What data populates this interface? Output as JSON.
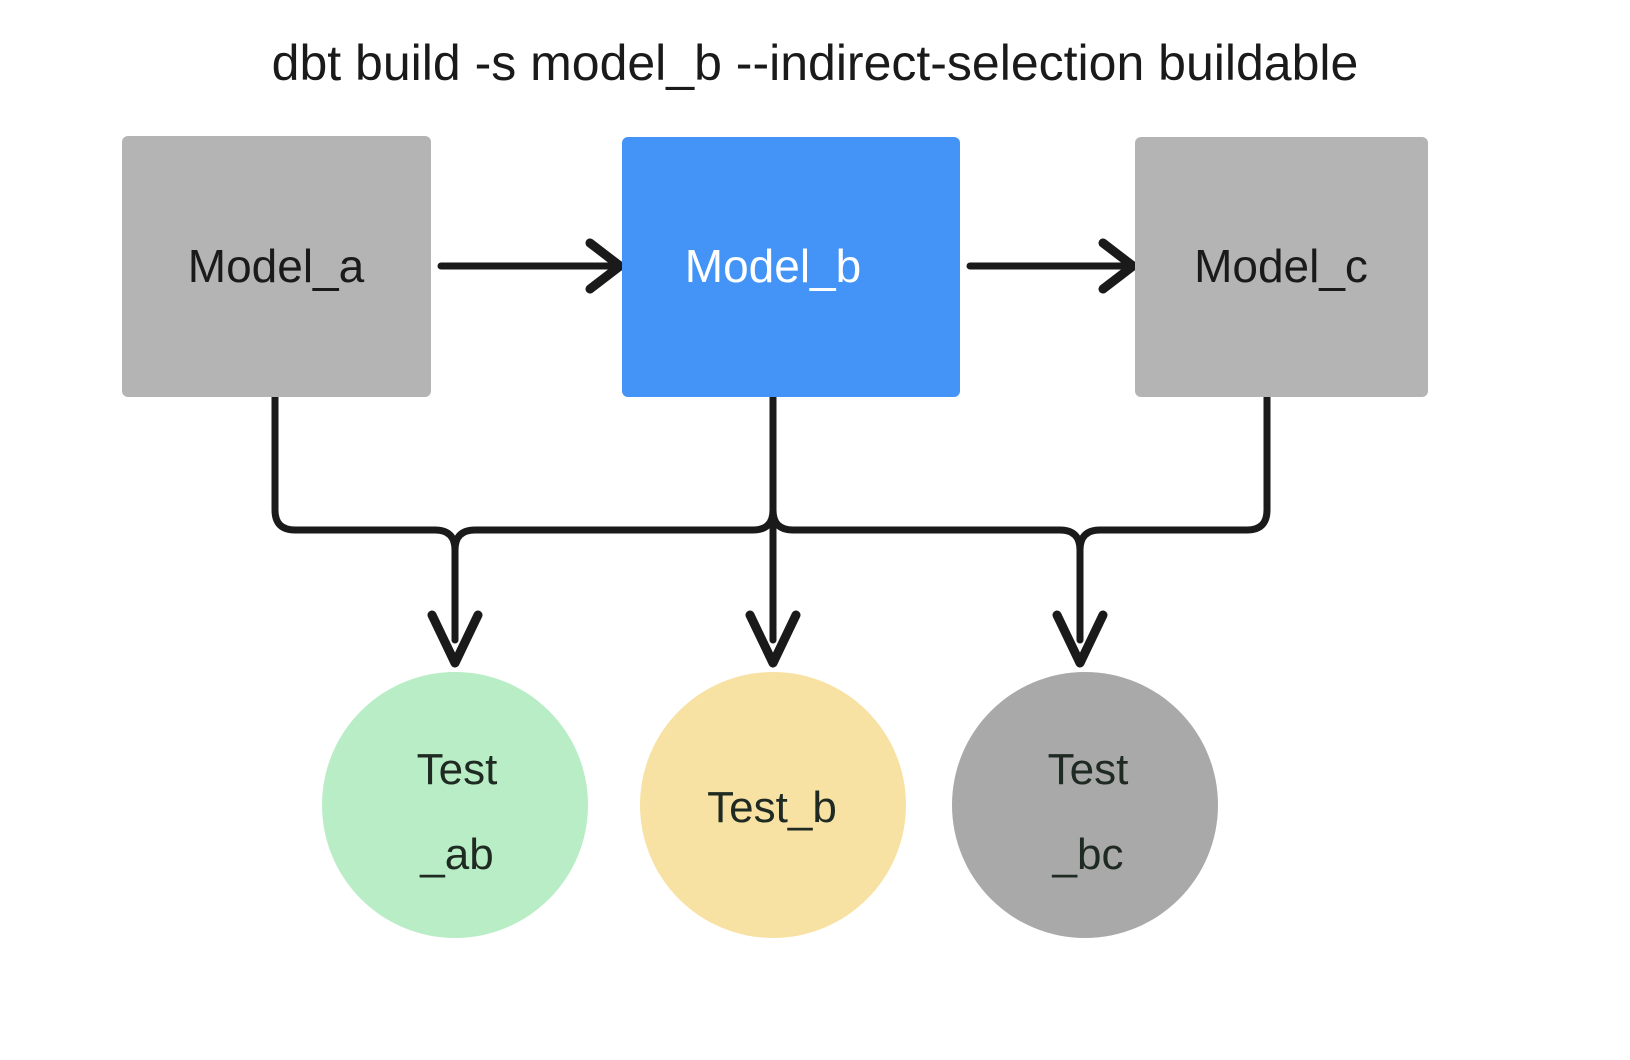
{
  "diagram": {
    "title": "dbt build -s model_b --indirect-selection buildable",
    "background_color": "#ffffff",
    "edge_color": "#1a1a1a",
    "nodes": {
      "models": [
        {
          "id": "model_a",
          "label": "Model_a",
          "shape": "rectangle",
          "fill": "#b4b4b4",
          "text_color": "#1a1a1a",
          "selected": false
        },
        {
          "id": "model_b",
          "label": "Model_b",
          "shape": "rectangle",
          "fill": "#4494f8",
          "text_color": "#ffffff",
          "selected": true
        },
        {
          "id": "model_c",
          "label": "Model_c",
          "shape": "rectangle",
          "fill": "#b4b4b4",
          "text_color": "#1a1a1a",
          "selected": false
        }
      ],
      "tests": [
        {
          "id": "test_ab",
          "label_line_1": "Test",
          "label_line_2": "_ab",
          "shape": "circle",
          "fill": "#b8edc6",
          "text_color": "#1f2a22",
          "status": "selected-buildable"
        },
        {
          "id": "test_b",
          "label_line_1": "Test_b",
          "label_line_2": "",
          "shape": "circle",
          "fill": "#f7e2a3",
          "text_color": "#1f2a22",
          "status": "selected-indirect"
        },
        {
          "id": "test_bc",
          "label_line_1": "Test",
          "label_line_2": "_bc",
          "shape": "circle",
          "fill": "#a9a9a9",
          "text_color": "#1f2a22",
          "status": "excluded"
        }
      ]
    },
    "edges": [
      {
        "id": "edge-model-a-to-model-b",
        "from": "model_a",
        "to": "model_b",
        "style": "straight-arrow"
      },
      {
        "id": "edge-model-b-to-model-c",
        "from": "model_b",
        "to": "model_c",
        "style": "straight-arrow"
      },
      {
        "id": "edge-model-a-to-test-ab",
        "from": "model_a",
        "to": "test_ab",
        "style": "elbow-arrow"
      },
      {
        "id": "edge-model-b-to-test-ab",
        "from": "model_b",
        "to": "test_ab",
        "style": "elbow-arrow"
      },
      {
        "id": "edge-model-b-to-test-b",
        "from": "model_b",
        "to": "test_b",
        "style": "straight-arrow"
      },
      {
        "id": "edge-model-b-to-test-bc",
        "from": "model_b",
        "to": "test_bc",
        "style": "elbow-arrow"
      },
      {
        "id": "edge-model-c-to-test-bc",
        "from": "model_c",
        "to": "test_bc",
        "style": "elbow-arrow"
      }
    ]
  }
}
